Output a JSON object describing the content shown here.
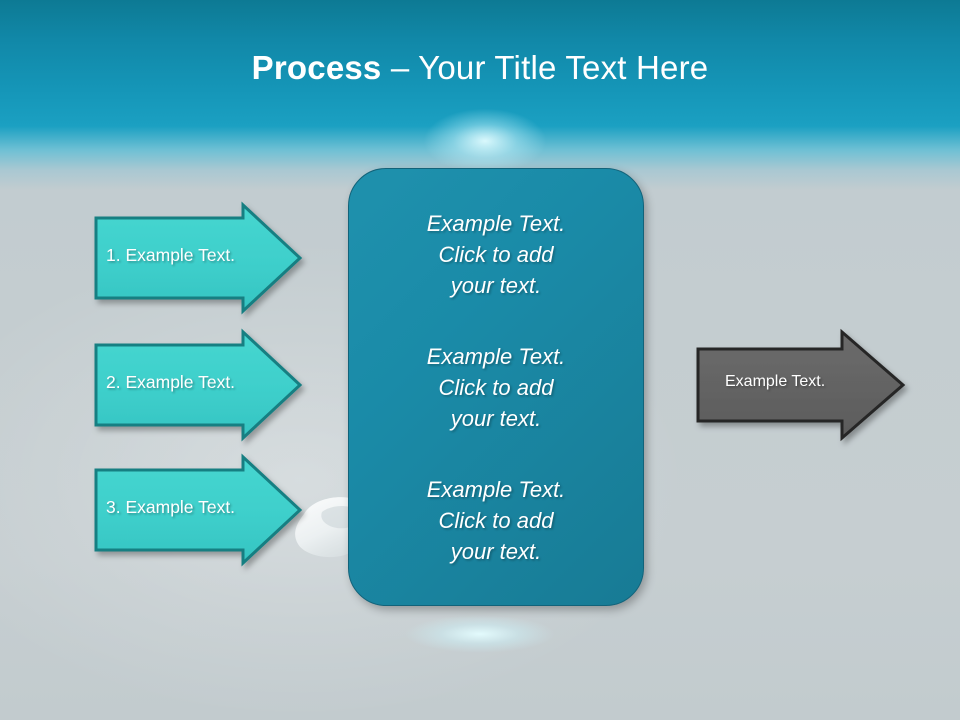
{
  "slide": {
    "title_strong": "Process",
    "title_rest": " – Your Title Text Here",
    "background_colors": {
      "header_teal_dark": "#0d7a94",
      "header_teal_light": "#1ba0c2",
      "body_gray": "#c4cdd0"
    }
  },
  "left_arrows": [
    {
      "label": "1. Example Text.",
      "fill": "#3ecfcb",
      "stroke": "#197f82"
    },
    {
      "label": "2. Example Text.",
      "fill": "#3ecfcb",
      "stroke": "#197f82"
    },
    {
      "label": "3. Example Text.",
      "fill": "#3ecfcb",
      "stroke": "#197f82"
    }
  ],
  "center_box": {
    "fill": "#1a8ba8",
    "stroke": "#12637a",
    "paragraphs": [
      "Example Text.\nClick  to add\nyour text.",
      "Example Text.\nClick  to add\nyour text.",
      "Example Text.\nClick  to add\nyour text."
    ]
  },
  "right_arrow": {
    "label": "Example Text.",
    "fill": "#636363",
    "stroke": "#262626"
  }
}
